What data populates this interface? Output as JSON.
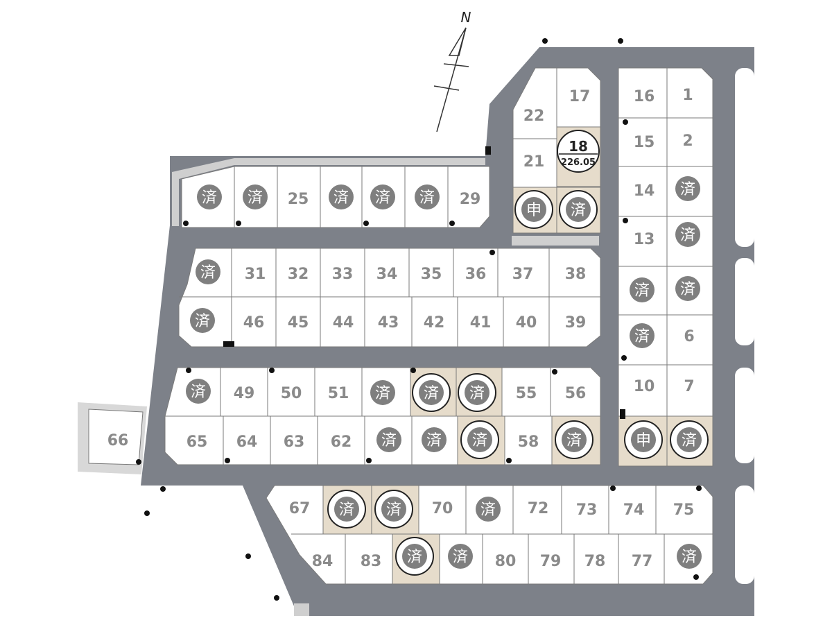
{
  "compass": {
    "label": "N"
  },
  "colors": {
    "road": "#7d8189",
    "lot": "#ffffff",
    "lot_border": "#7a7a7a",
    "featured_lot": "#e6dccb",
    "badge": "#7f7f7f",
    "number": "#8a8a8a"
  },
  "badges": {
    "sold": "済",
    "applied": "申"
  },
  "highlight": {
    "lot": "18",
    "area": "226.05"
  },
  "lots": [
    {
      "id": "1",
      "text": "1"
    },
    {
      "id": "2",
      "text": "2"
    },
    {
      "id": "6",
      "text": "6"
    },
    {
      "id": "7",
      "text": "7"
    },
    {
      "id": "10",
      "text": "10"
    },
    {
      "id": "13",
      "text": "13"
    },
    {
      "id": "14",
      "text": "14"
    },
    {
      "id": "15",
      "text": "15"
    },
    {
      "id": "16",
      "text": "16"
    },
    {
      "id": "17",
      "text": "17"
    },
    {
      "id": "21",
      "text": "21"
    },
    {
      "id": "22",
      "text": "22"
    },
    {
      "id": "25",
      "text": "25"
    },
    {
      "id": "29",
      "text": "29"
    },
    {
      "id": "31",
      "text": "31"
    },
    {
      "id": "32",
      "text": "32"
    },
    {
      "id": "33",
      "text": "33"
    },
    {
      "id": "34",
      "text": "34"
    },
    {
      "id": "35",
      "text": "35"
    },
    {
      "id": "36",
      "text": "36"
    },
    {
      "id": "37",
      "text": "37"
    },
    {
      "id": "38",
      "text": "38"
    },
    {
      "id": "39",
      "text": "39"
    },
    {
      "id": "40",
      "text": "40"
    },
    {
      "id": "41",
      "text": "41"
    },
    {
      "id": "42",
      "text": "42"
    },
    {
      "id": "43",
      "text": "43"
    },
    {
      "id": "44",
      "text": "44"
    },
    {
      "id": "45",
      "text": "45"
    },
    {
      "id": "46",
      "text": "46"
    },
    {
      "id": "49",
      "text": "49"
    },
    {
      "id": "50",
      "text": "50"
    },
    {
      "id": "51",
      "text": "51"
    },
    {
      "id": "55",
      "text": "55"
    },
    {
      "id": "56",
      "text": "56"
    },
    {
      "id": "58",
      "text": "58"
    },
    {
      "id": "62",
      "text": "62"
    },
    {
      "id": "63",
      "text": "63"
    },
    {
      "id": "64",
      "text": "64"
    },
    {
      "id": "65",
      "text": "65"
    },
    {
      "id": "66",
      "text": "66"
    },
    {
      "id": "67",
      "text": "67"
    },
    {
      "id": "70",
      "text": "70"
    },
    {
      "id": "72",
      "text": "72"
    },
    {
      "id": "73",
      "text": "73"
    },
    {
      "id": "74",
      "text": "74"
    },
    {
      "id": "75",
      "text": "75"
    },
    {
      "id": "77",
      "text": "77"
    },
    {
      "id": "78",
      "text": "78"
    },
    {
      "id": "79",
      "text": "79"
    },
    {
      "id": "80",
      "text": "80"
    },
    {
      "id": "83",
      "text": "83"
    },
    {
      "id": "84",
      "text": "84"
    }
  ]
}
